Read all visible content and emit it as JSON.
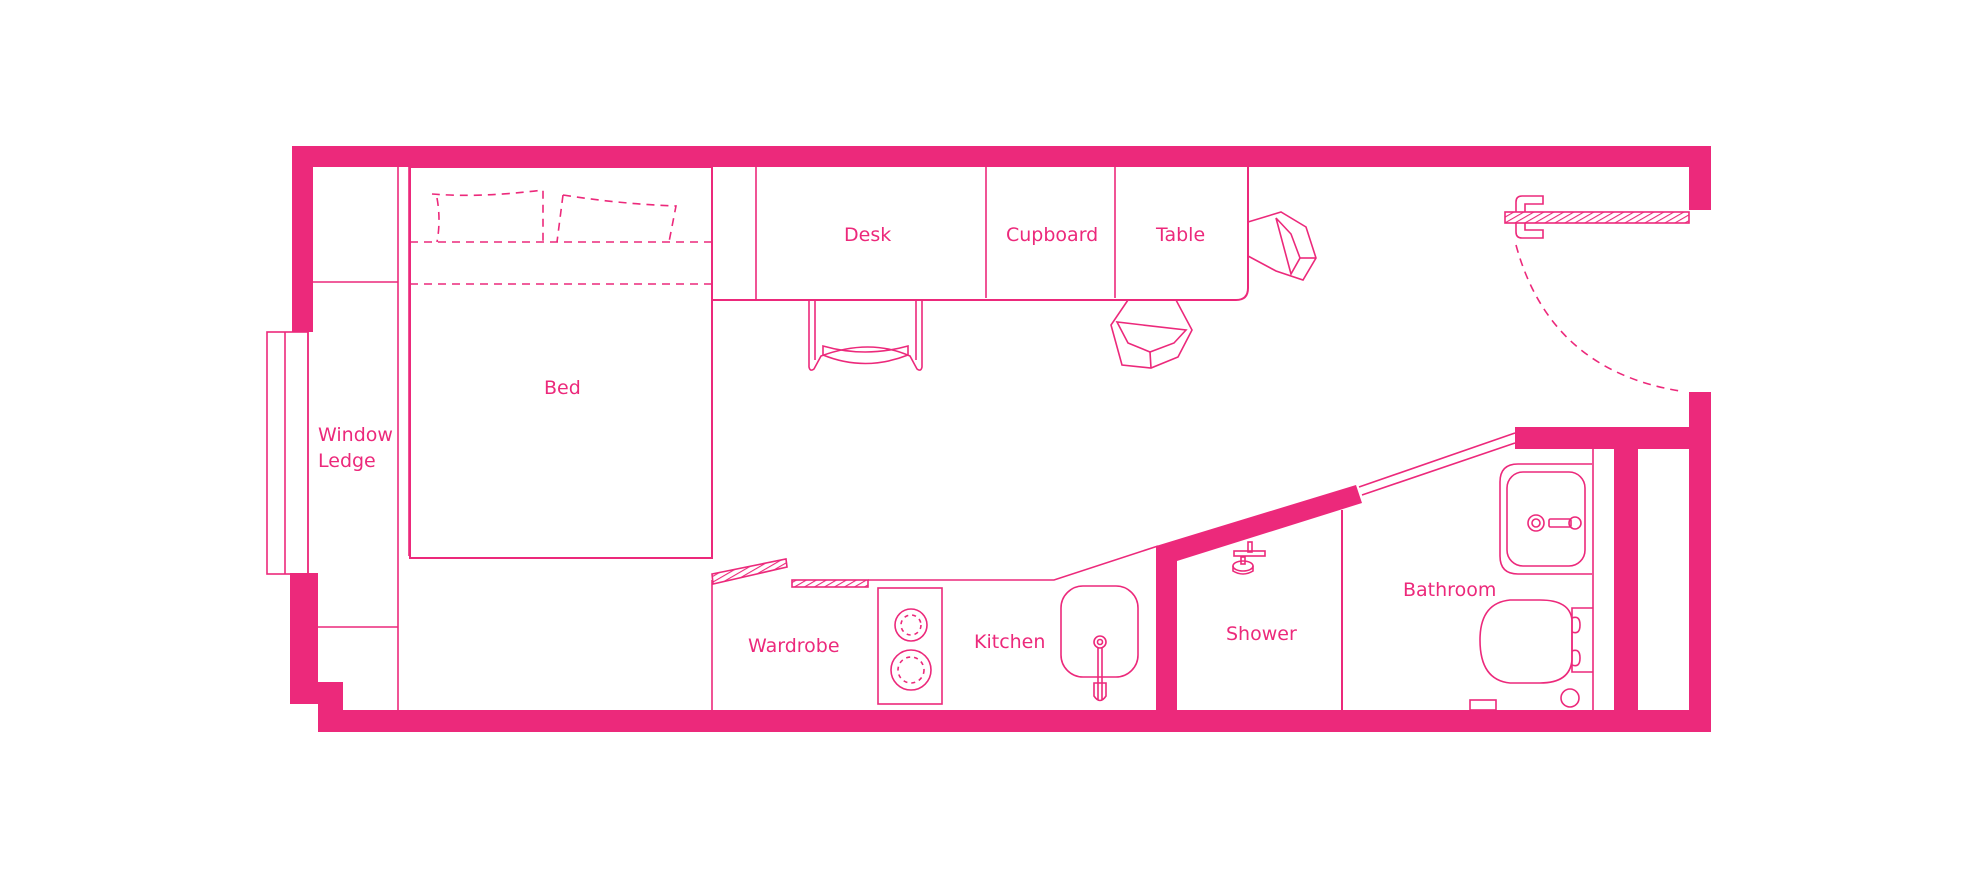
{
  "theme": {
    "accent": "#ec297b",
    "background": "#ffffff"
  },
  "plan": {
    "type": "studio-apartment-floor-plan",
    "rooms": {
      "bed": "Bed",
      "window_ledge_line1": "Window",
      "window_ledge_line2": "Ledge",
      "desk": "Desk",
      "cupboard": "Cupboard",
      "table": "Table",
      "wardrobe": "Wardrobe",
      "kitchen": "Kitchen",
      "shower": "Shower",
      "bathroom": "Bathroom"
    },
    "icons": [
      "bed-icon",
      "pillow-icon",
      "window-icon",
      "desk-chair-icon",
      "dining-chair-icon",
      "hob-icon",
      "kitchen-sink-icon",
      "shower-head-icon",
      "basin-icon",
      "toilet-icon",
      "entrance-door-icon"
    ]
  }
}
